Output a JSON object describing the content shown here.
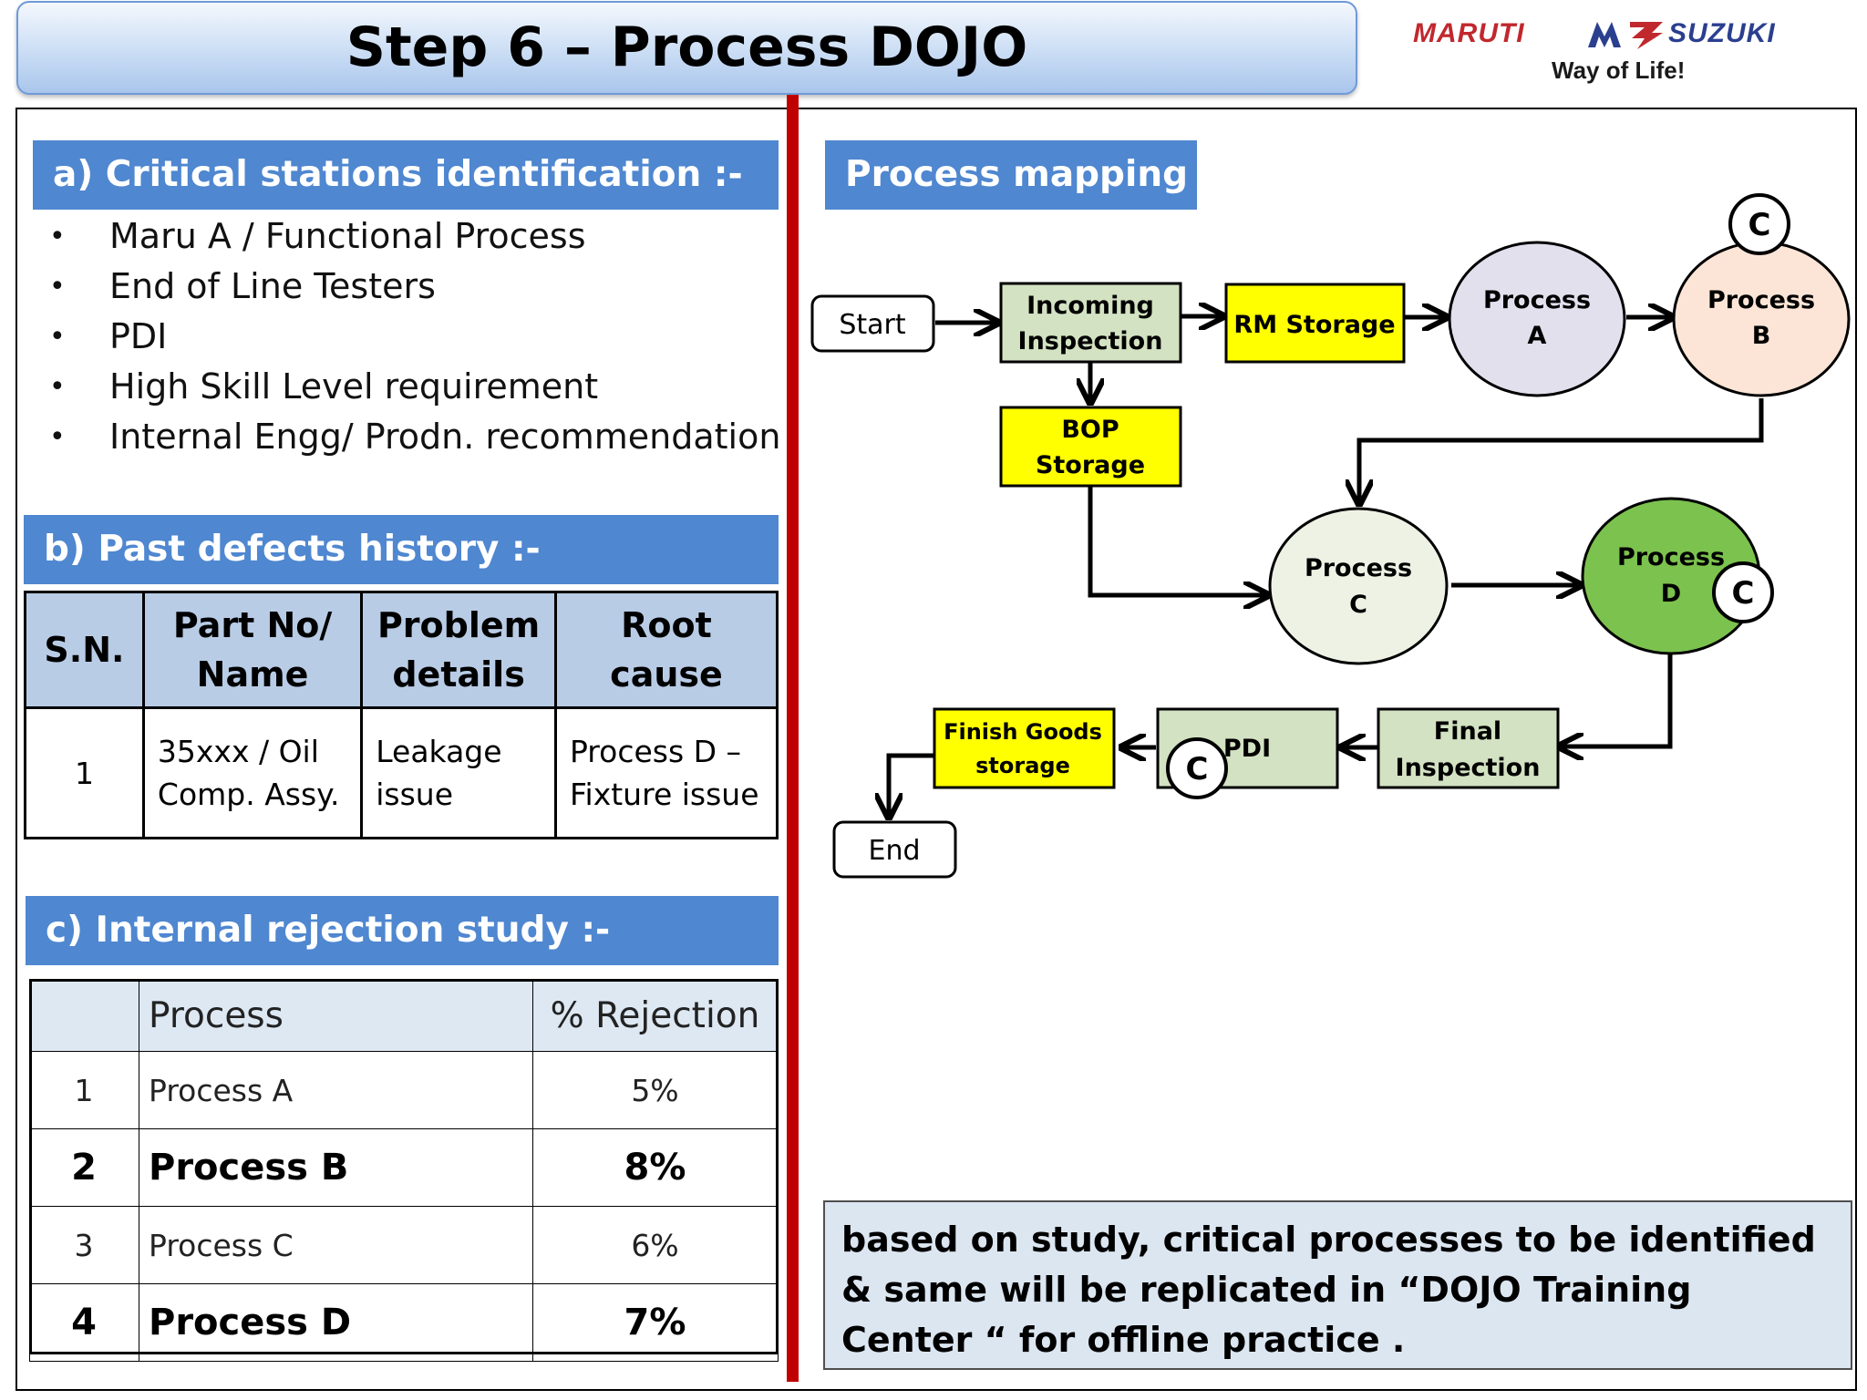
{
  "title": "Step 6 – Process DOJO",
  "logo": {
    "brand_left": "MARUTI",
    "brand_right": "SUZUKI",
    "tagline": "Way of Life!"
  },
  "section_a": {
    "header": "a) Critical stations identification  :-",
    "items": [
      "Maru A / Functional Process",
      "End of Line Testers",
      "PDI",
      "High Skill Level requirement",
      "Internal Engg/ Prodn. recommendation"
    ]
  },
  "section_b": {
    "header": "b) Past defects history :-",
    "columns": [
      "S.N.",
      "Part No/ Name",
      "Problem details",
      "Root cause"
    ],
    "rows": [
      {
        "sn": "1",
        "part": "35xxx / Oil Comp. Assy.",
        "problem": "Leakage issue",
        "cause": "Process D – Fixture issue"
      }
    ]
  },
  "section_c": {
    "header": "c) Internal rejection study :-",
    "columns": [
      "",
      "Process",
      "% Rejection"
    ],
    "rows": [
      {
        "sn": "1",
        "process": "Process A",
        "pct": "5%",
        "bold": false
      },
      {
        "sn": "2",
        "process": "Process B",
        "pct": "8%",
        "bold": true
      },
      {
        "sn": "3",
        "process": "Process C",
        "pct": "6%",
        "bold": false
      },
      {
        "sn": "4",
        "process": "Process D",
        "pct": "7%",
        "bold": true
      }
    ]
  },
  "process_mapping": {
    "header": "Process mapping :-",
    "start": "Start",
    "end": "End",
    "incoming_1": "Incoming",
    "incoming_2": "Inspection",
    "rm_storage": "RM Storage",
    "bop_1": "BOP",
    "bop_2": "Storage",
    "process_word": "Process",
    "a": "A",
    "b": "B",
    "c": "C",
    "d": "D",
    "critical_mark": "C",
    "final_1": "Final",
    "final_2": "Inspection",
    "pdi": "PDI",
    "fg_1": "Finish Goods",
    "fg_2": "storage"
  },
  "note": "based on study, critical processes to be identified & same will be replicated in “DOJO Training Center “ for offline practice .",
  "colors": {
    "header_blue": "#4f87d0",
    "divider_red": "#c00000",
    "yellow_box": "#ffff00",
    "green_box": "#d3e2c2",
    "process_a": "#e3e0ee",
    "process_b": "#fce5d6",
    "process_c": "#eef2e4",
    "process_d": "#7cc24e",
    "note_bg": "#dce6f1"
  }
}
